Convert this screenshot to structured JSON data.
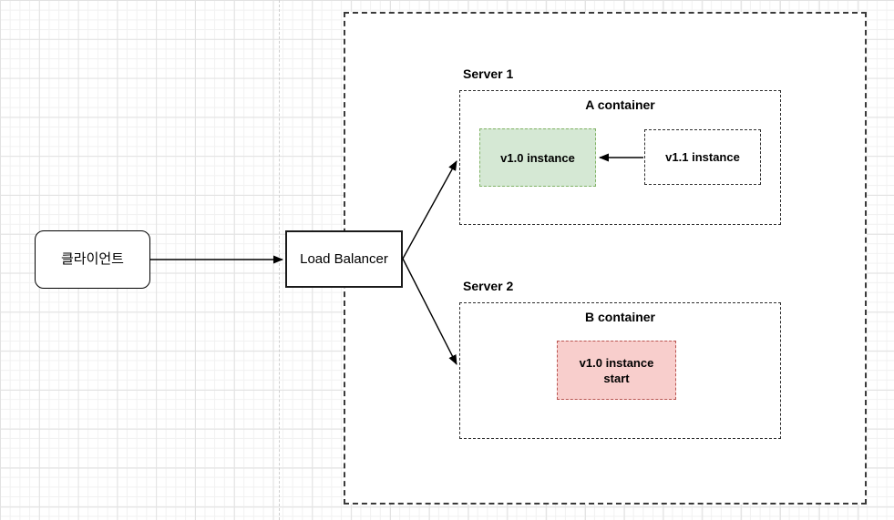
{
  "diagram": {
    "client_label": "클라이언트",
    "load_balancer_label": "Load Balancer",
    "server1": {
      "title": "Server 1",
      "container_label": "A container",
      "v10_label": "v1.0 instance",
      "v11_label": "v1.1 instance"
    },
    "server2": {
      "title": "Server 2",
      "container_label": "B container",
      "v10_label": "v1.0 instance\nstart"
    },
    "colors": {
      "green_fill": "#d5e8d4",
      "green_border": "#82b366",
      "red_fill": "#f8cecc",
      "red_border": "#b85450"
    }
  }
}
